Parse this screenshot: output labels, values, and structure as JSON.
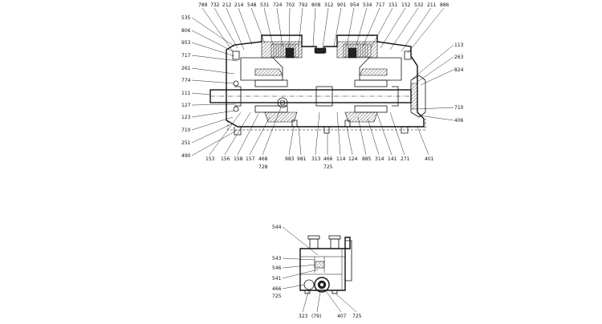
{
  "diagram": {
    "top_view": {
      "labels_top": [
        "789",
        "732",
        "212",
        "214",
        "548",
        "531",
        "724",
        "702",
        "792",
        "808",
        "312",
        "901",
        "954",
        "534",
        "717",
        "151",
        "152",
        "532",
        "211",
        "886"
      ],
      "labels_left": [
        "535",
        "806",
        "953",
        "717",
        "261",
        "774",
        "111",
        "127",
        "123",
        "710",
        "251",
        "490"
      ],
      "labels_right": [
        "113",
        "263",
        "824",
        "710",
        "406"
      ],
      "labels_bottom": [
        "153",
        "156",
        "158",
        "157",
        "468",
        "728",
        "983",
        "981",
        "313",
        "466",
        "725",
        "114",
        "124",
        "885",
        "314",
        "141",
        "271",
        "401"
      ]
    },
    "detail_view": {
      "labels_left": [
        "544",
        "543",
        "546",
        "541",
        "466",
        "725"
      ],
      "labels_bottom": [
        "323",
        "(79)",
        "407",
        "725"
      ]
    }
  }
}
